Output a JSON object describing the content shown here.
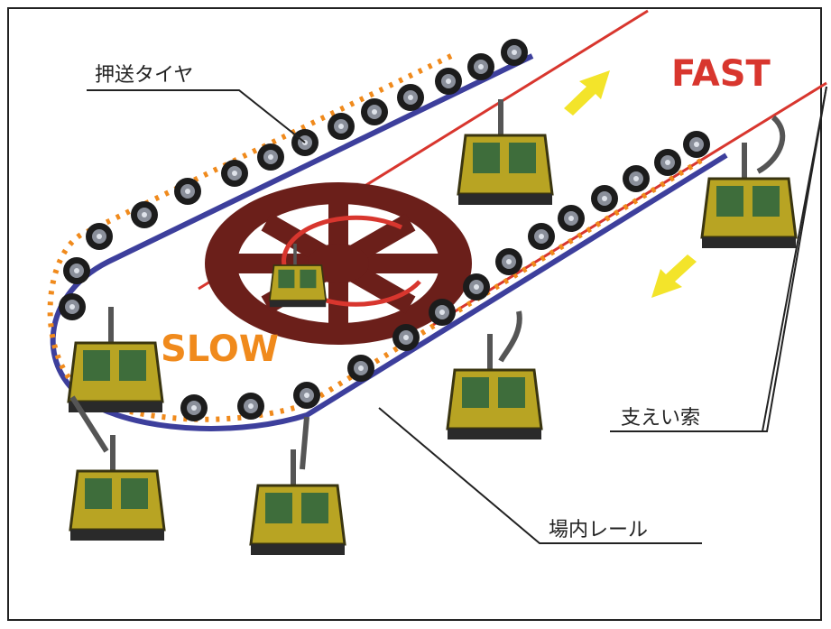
{
  "labels": {
    "push_tire": "押送タイヤ",
    "support_cable": "支えい索",
    "station_rail": "場内レール"
  },
  "speed": {
    "fast": "FAST",
    "slow": "SLOW"
  },
  "colors": {
    "cable": "#d8362e",
    "rail": "#3d3f9c",
    "tire_dots": "#f08a1c",
    "wheel": "#6b1f1a",
    "arrow": "#f3e42a",
    "gondola": "#b8a423",
    "gondola_window": "#3e6d3b"
  }
}
